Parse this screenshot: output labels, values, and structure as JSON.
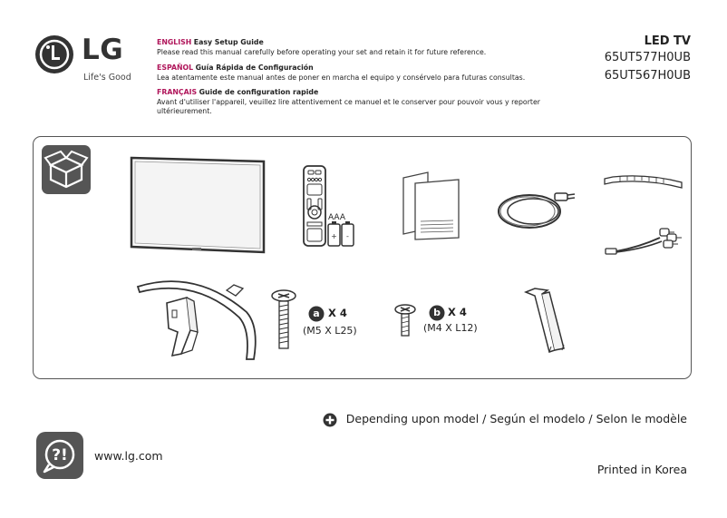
{
  "brand": {
    "logo_text": "LG",
    "tagline": "Life's Good"
  },
  "intro": [
    {
      "lang_label": "ENGLISH",
      "title": "Easy Setup Guide",
      "text": "Please read this manual carefully before operating your set and retain it for future reference."
    },
    {
      "lang_label": "ESPAÑOL",
      "title": "Guía Rápida de Configuración",
      "text": "Lea atentamente este manual antes de poner en marcha el equipo y consérvelo para futuras consultas."
    },
    {
      "lang_label": "FRANÇAIS",
      "title": "Guide de configuration rapide",
      "text": "Avant d'utiliser l'appareil, veuillez lire attentivement ce manuel et le conserver pour pouvoir vous y reporter ultérieurement."
    }
  ],
  "product": {
    "type": "LED TV",
    "models": [
      "65UT577H0UB",
      "65UT567H0UB"
    ]
  },
  "components": {
    "battery_label": "AAA",
    "screw_a": {
      "letter": "a",
      "count": "X 4",
      "size": "(M5 X L25)"
    },
    "screw_b": {
      "letter": "b",
      "count": "X 4",
      "size": "(M4 X L12)"
    }
  },
  "footer": {
    "note": "Depending upon model / Según el modelo / Selon le modèle",
    "website": "www.lg.com",
    "printed": "Printed in Korea"
  },
  "colors": {
    "accent": "#b0155a",
    "icon_bg": "#555555"
  }
}
